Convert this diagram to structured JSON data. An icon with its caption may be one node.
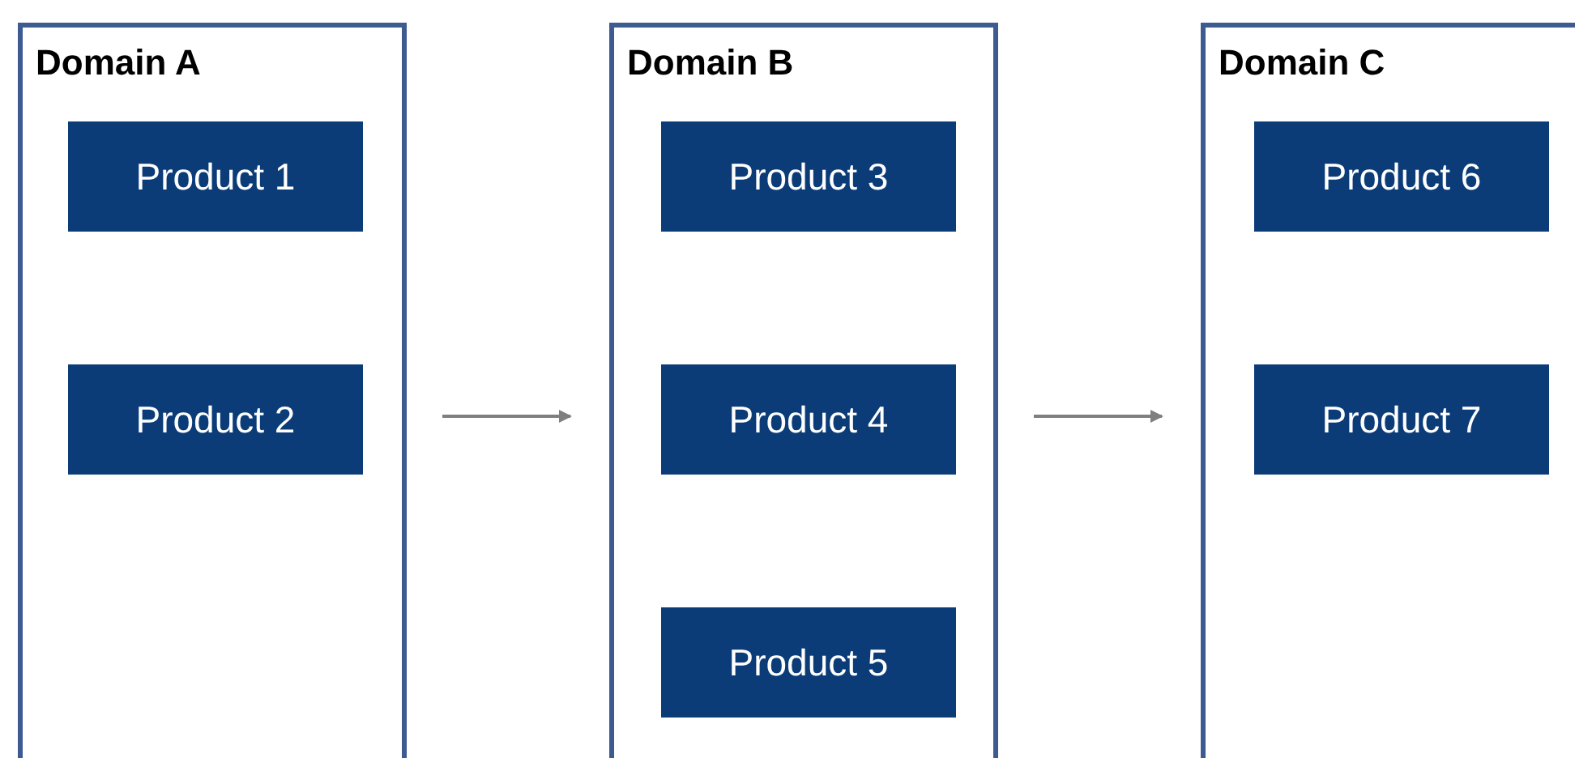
{
  "diagram": {
    "nodes": [
      {
        "text": [
          "Domain A"
        ]
      },
      {
        "text": [
          "Product 1"
        ],
        "in": 0
      },
      {
        "text": [
          "Product 2"
        ],
        "in": 0
      },
      {
        "text": [
          "Domain B"
        ]
      },
      {
        "text": [
          "Product 3"
        ],
        "in": 3
      },
      {
        "text": [
          "Product 4"
        ],
        "in": 3
      },
      {
        "text": [
          "Product 5"
        ],
        "in": 3
      },
      {
        "text": [
          "Domain C"
        ]
      },
      {
        "text": [
          "Product 6"
        ],
        "in": 7
      },
      {
        "text": [
          "Product 7"
        ],
        "in": 7
      }
    ],
    "edges": [
      {
        "from": 0,
        "to": 3,
        "arrow": "to"
      },
      {
        "from": 3,
        "to": 7,
        "arrow": "to"
      }
    ]
  }
}
